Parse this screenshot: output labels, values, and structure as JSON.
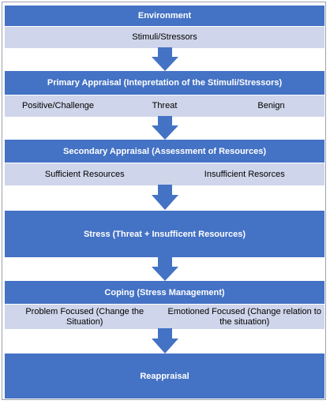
{
  "colors": {
    "header": "#4472c4",
    "subrow": "#cfd5ea",
    "arrow": "#4472c4"
  },
  "environment": {
    "title": "Environment",
    "items": [
      "Stimuli/Stressors"
    ]
  },
  "primary": {
    "title": "Primary Appraisal (Intepretation of the Stimuli/Stressors)",
    "items": [
      "Positive/Challenge",
      "Threat",
      "Benign"
    ]
  },
  "secondary": {
    "title": "Secondary Appraisal (Assessment of Resources)",
    "items": [
      "Sufficient Resources",
      "Insufficient Resorces"
    ]
  },
  "stress": {
    "title": "Stress (Threat + Insufficent Resources)"
  },
  "coping": {
    "title": "Coping (Stress Management)",
    "items": [
      "Problem Focused (Change the Situation)",
      "Emotioned Focused (Change relation to the situation)"
    ]
  },
  "reappraisal": {
    "title": "Reappraisal"
  },
  "arrow_icon": "down-arrow-icon"
}
